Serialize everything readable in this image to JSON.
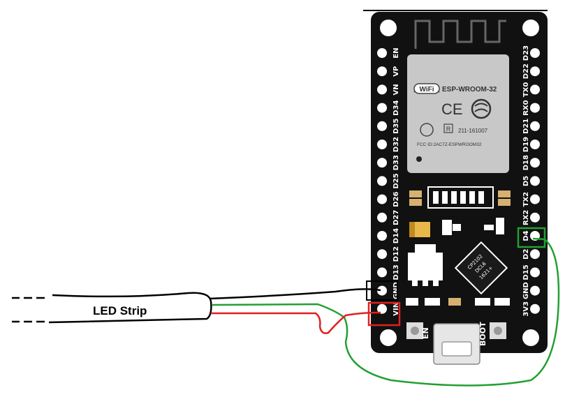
{
  "board": {
    "left_pins": [
      "EN",
      "VP",
      "VN",
      "D34",
      "D35",
      "D32",
      "D33",
      "D25",
      "D26",
      "D27",
      "D14",
      "D12",
      "D13",
      "GND",
      "VIN"
    ],
    "right_pins": [
      "D23",
      "D22",
      "TX0",
      "RX0",
      "D21",
      "D19",
      "D18",
      "D5",
      "TX2",
      "RX2",
      "D4",
      "D2",
      "D15",
      "GND",
      "3V3"
    ],
    "module": {
      "name": "ESP-WROOM-32",
      "wifi_text": "WiFi",
      "ce_text": "CE",
      "r_text": "R",
      "cert": "211-161007",
      "fcc": "FCC ID:2AC7Z-ESPWROOM32"
    },
    "buttons": {
      "en": "EN",
      "boot": "BOOT"
    },
    "usb_chip": [
      "CP2102",
      "DCL6",
      "1621+"
    ]
  },
  "strip": {
    "label": "LED Strip"
  },
  "colors": {
    "board": "#111111",
    "module_shield": "#c8c8c8",
    "gnd_wire": "#000000",
    "vin_wire": "#e02020",
    "data_wire": "#23a032",
    "gnd_highlight": "#000000",
    "vin_highlight": "#e02020",
    "data_highlight": "#23a032"
  }
}
